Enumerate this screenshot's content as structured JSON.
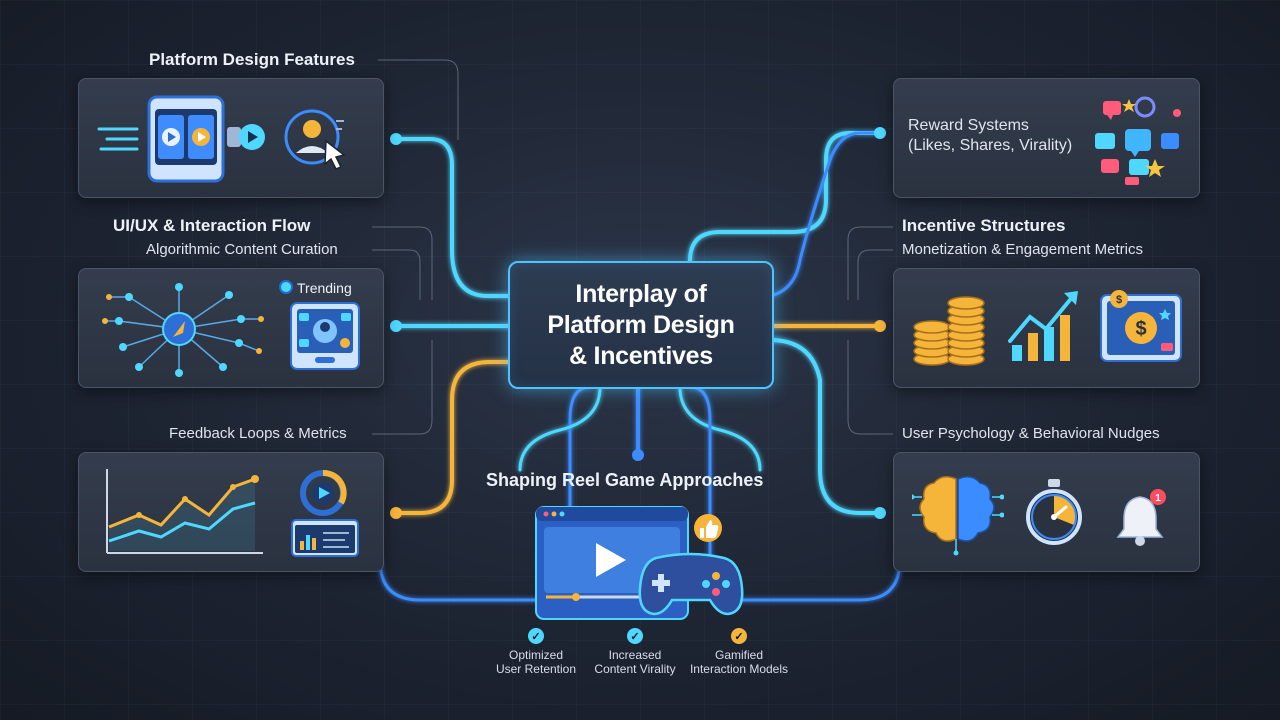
{
  "hub": {
    "lines": [
      "Interplay of",
      "Platform Design",
      "& Incentives"
    ]
  },
  "left": {
    "section1": {
      "title": "Platform Design Features"
    },
    "section2": {
      "title": "UI/UX & Interaction Flow",
      "subtitle": "Algorithmic Content Curation",
      "tag": "Trending"
    },
    "section3": {
      "title": "Feedback Loops & Metrics"
    }
  },
  "right": {
    "section1": {
      "title_line1": "Reward Systems",
      "title_line2": "(Likes, Shares, Virality)"
    },
    "section2": {
      "title": "Incentive Structures",
      "subtitle": "Monetization & Engagement Metrics"
    },
    "section3": {
      "title": "User Psychology & Behavioral Nudges"
    }
  },
  "bottom": {
    "title": "Shaping Reel Game Approaches",
    "outcomes": [
      {
        "line1": "Optimized",
        "line2": "User Retention"
      },
      {
        "line1": "Increased",
        "line2": "Content Virality"
      },
      {
        "line1": "Gamified",
        "line2": "Interaction Models"
      }
    ]
  },
  "colors": {
    "cyan": "#4fd8ff",
    "blue": "#3b8cff",
    "orange": "#f5b53a",
    "panel_border": "#4a5568",
    "background": "#1d2432"
  },
  "icons": [
    "tablet-slot-reels-icon",
    "user-cursor-icon",
    "network-graph-icon",
    "phone-video-feed-icon",
    "line-chart-icon",
    "donut-play-icon",
    "dashboard-icon",
    "social-reactions-icon",
    "coin-stack-icon",
    "growth-chart-icon",
    "tablet-dollar-icon",
    "brain-icon",
    "stopwatch-icon",
    "notification-bell-icon",
    "video-player-icon",
    "gamepad-icon",
    "thumbs-up-icon"
  ]
}
